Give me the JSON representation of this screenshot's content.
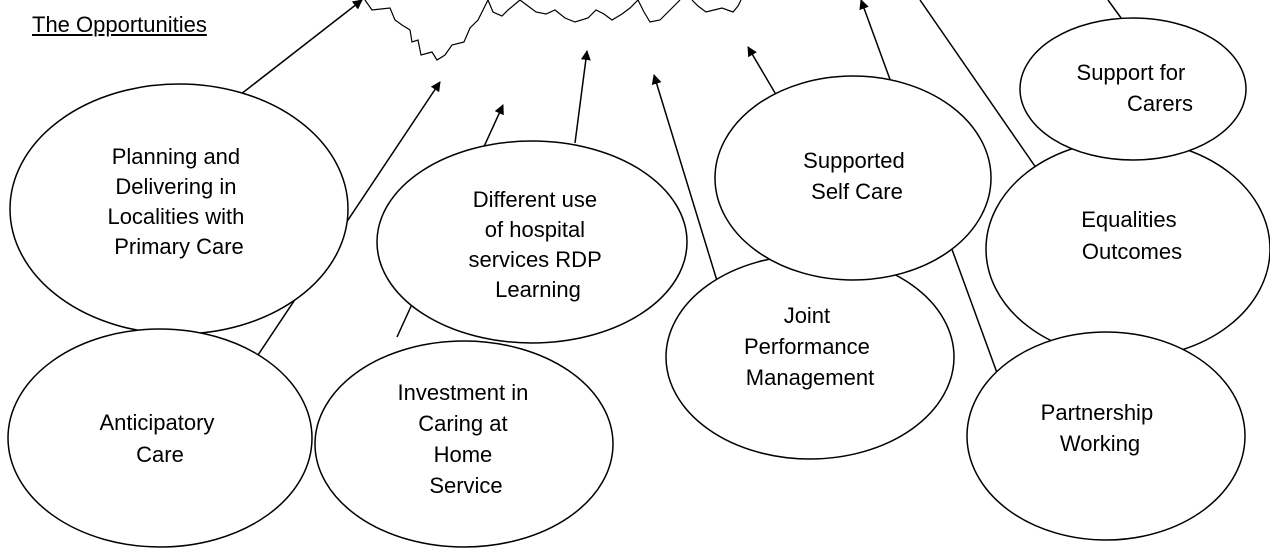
{
  "page": {
    "title": "The Opportunities"
  },
  "colors": {
    "stroke": "#000000",
    "fill": "#ffffff"
  },
  "opportunities": [
    {
      "id": "planning-localities",
      "lines": [
        "Planning and",
        "Delivering in",
        "Localities with",
        "Primary Care"
      ]
    },
    {
      "id": "anticipatory-care",
      "lines": [
        "Anticipatory",
        "Care"
      ]
    },
    {
      "id": "hospital-services",
      "lines": [
        "Different use",
        "of hospital",
        "services RDP",
        "Learning"
      ]
    },
    {
      "id": "caring-at-home",
      "lines": [
        "Investment in",
        "Caring at",
        "Home",
        "Service"
      ]
    },
    {
      "id": "joint-performance",
      "lines": [
        "Joint",
        "Performance",
        "Management"
      ]
    },
    {
      "id": "supported-self-care",
      "lines": [
        "Supported",
        "Self Care"
      ]
    },
    {
      "id": "equalities-outcomes",
      "lines": [
        "Equalities",
        "Outcomes"
      ]
    },
    {
      "id": "partnership-working",
      "lines": [
        "Partnership",
        "Working"
      ]
    },
    {
      "id": "support-for-carers",
      "lines": [
        "Support for",
        "Carers"
      ]
    }
  ]
}
